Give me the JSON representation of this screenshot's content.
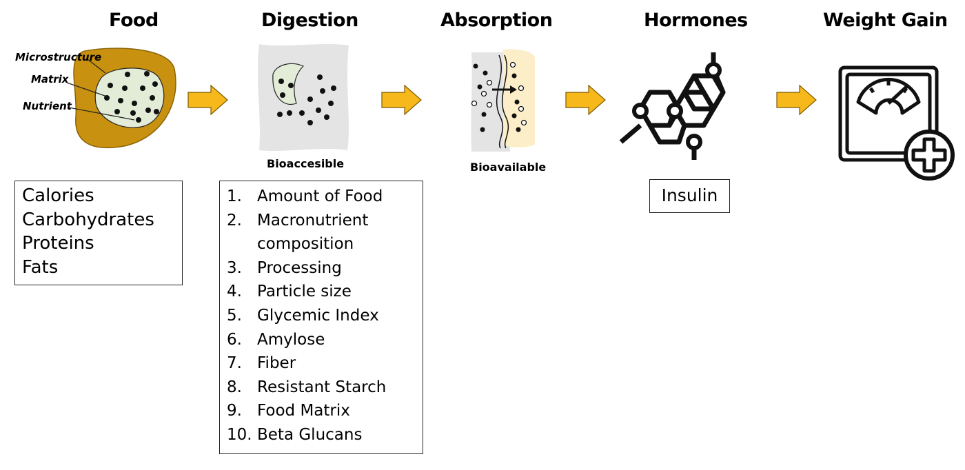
{
  "stages": [
    {
      "title": "Food"
    },
    {
      "title": "Digestion"
    },
    {
      "title": "Absorption"
    },
    {
      "title": "Hormones"
    },
    {
      "title": "Weight Gain"
    }
  ],
  "food_labels": {
    "microstructure": "Microstructure",
    "matrix": "Matrix",
    "nutrient": "Nutrient"
  },
  "captions": {
    "digestion": "Bioaccesible",
    "absorption": "Bioavailable"
  },
  "food_box": [
    "Calories",
    "Carbohydrates",
    "Proteins",
    "Fats"
  ],
  "digestion_box": [
    {
      "num": "1.",
      "text": "Amount of Food"
    },
    {
      "num": "2.",
      "text": "Macronutrient composition"
    },
    {
      "num": "3.",
      "text": "Processing"
    },
    {
      "num": "4.",
      "text": "Particle size"
    },
    {
      "num": "5.",
      "text": "Glycemic Index"
    },
    {
      "num": "6.",
      "text": "Amylose"
    },
    {
      "num": "7.",
      "text": "Fiber"
    },
    {
      "num": "8.",
      "text": "Resistant Starch"
    },
    {
      "num": "9.",
      "text": "Food Matrix"
    },
    {
      "num": "10.",
      "text": "Beta Glucans"
    }
  ],
  "hormone_box": "Insulin",
  "colors": {
    "arrow": "#f6b81b",
    "food_outer": "#c8910f",
    "food_inner": "#e3ecd6",
    "panel": "#e4e4e4",
    "membrane": "#fbeec8"
  },
  "icons": {
    "hormone": "molecule-icon",
    "weight": "scale-plus-icon"
  }
}
